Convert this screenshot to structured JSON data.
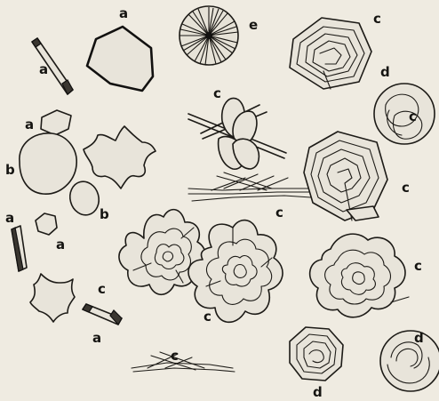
{
  "labels": {
    "a1": "a",
    "a2": "a",
    "a3": "a",
    "a4": "a",
    "a5": "a",
    "a6": "a",
    "b1": "b",
    "b2": "b",
    "c1": "c",
    "c2": "c",
    "c3": "c",
    "c4": "c",
    "c5": "c",
    "c6": "c",
    "c7": "c",
    "c8": "c",
    "c9": "c",
    "d1": "d",
    "d2": "d",
    "d3": "d",
    "e1": "e"
  },
  "colors": {
    "background": "#efebe1",
    "ink": "#1d1b17",
    "fill": "#e8e4da"
  }
}
